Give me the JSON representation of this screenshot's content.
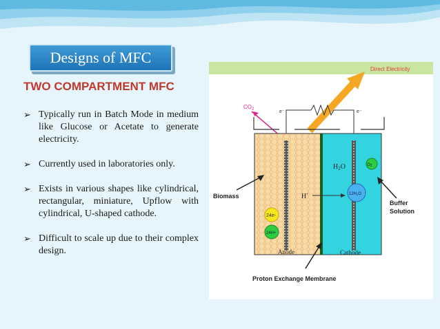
{
  "slide": {
    "title": "Designs of MFC",
    "subtitle": "TWO COMPARTMENT MFC",
    "bullets": [
      "Typically run in Batch Mode in medium like Glucose or Acetate to generate electricity.",
      "Currently used in laboratories only.",
      "Exists in various shapes like cylindrical, rectangular, miniature, Upflow with cylindrical, U-shaped cathode.",
      "Difficult to scale up due to their complex design."
    ],
    "bullet_symbol": "➢"
  },
  "diagram": {
    "direct_electricity": "Direct Electricity",
    "co2": "CO",
    "co2_sub": "2",
    "e_left": "e⁻",
    "e_right": "e⁻",
    "h2o": "H",
    "h2o_sub": "2",
    "h2o_o": "O",
    "o2": "O",
    "o2_sub": "2",
    "biomass": "Biomass",
    "h_plus": "H",
    "h_plus_sup": "+",
    "water_ball": "12H",
    "water_ball_sub": "2",
    "water_ball_o": "O",
    "electrons": "24e-",
    "protons": "24H+",
    "buffer_line1": "Buffer",
    "buffer_line2": "Solution",
    "anode": "Anode",
    "cathode": "Cathode",
    "membrane": "Proton Exchange Membrane"
  },
  "colors": {
    "title_bg": "#2680c4",
    "subtitle": "#c0392b",
    "anode_chamber": "#f8d9a8",
    "cathode_chamber": "#33d4e0",
    "top_band": "#c8e6a0",
    "arrow_orange": "#f5a623",
    "magenta": "#e0218a",
    "label_red": "#e53935"
  }
}
